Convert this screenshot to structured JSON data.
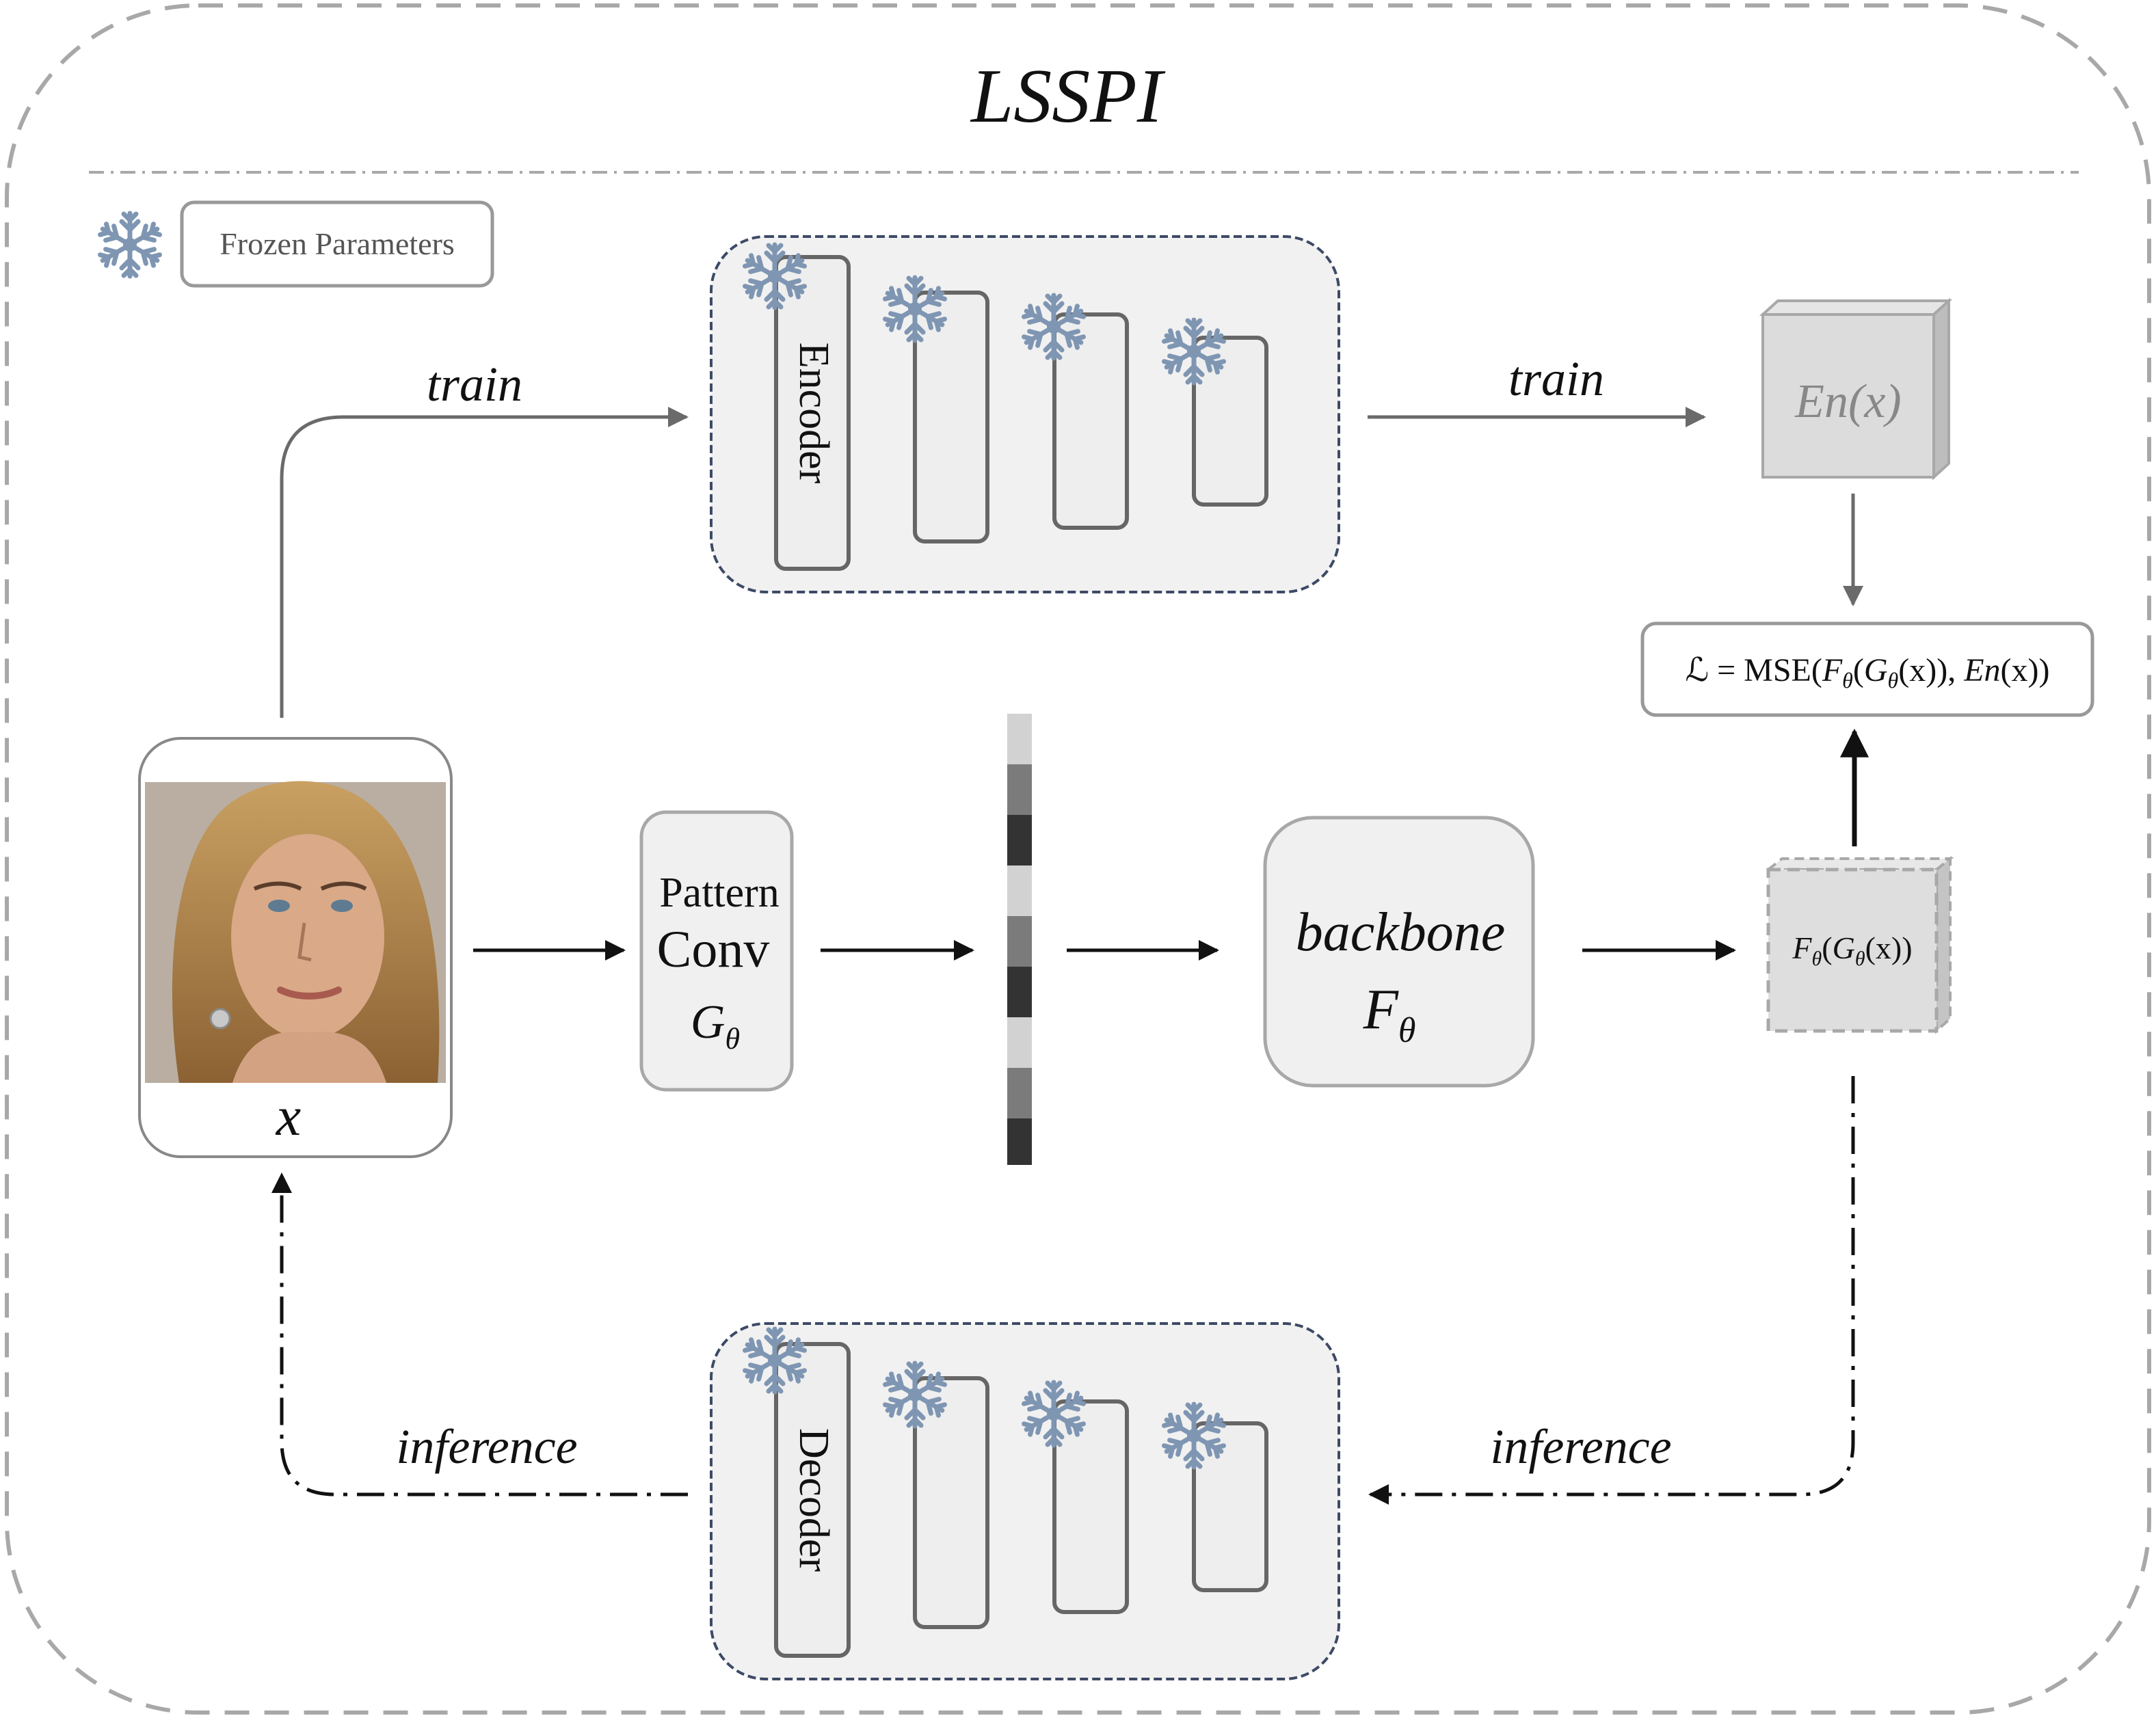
{
  "title": "LSSPI",
  "legend": {
    "label": "Frozen Parameters",
    "icon": "snowflake-icon"
  },
  "encoder": {
    "label": "Encoder"
  },
  "decoder": {
    "label": "Decoder"
  },
  "edges": {
    "train_top_left": "train",
    "train_top_right": "train",
    "inference_bottom_left": "inference",
    "inference_bottom_right": "inference"
  },
  "input": {
    "symbol": "x"
  },
  "pattern_conv": {
    "line1": "Pattern",
    "line2": "Conv",
    "symbol": "G",
    "subscript": "θ"
  },
  "backbone": {
    "label": "backbone",
    "symbol": "F",
    "subscript": "θ"
  },
  "en_output": {
    "label": "En(x)"
  },
  "feature_output": {
    "F": "F",
    "sub1": "θ",
    "G": "G",
    "sub2": "θ",
    "tail": "(x))"
  },
  "loss": {
    "L": "ℒ",
    "eq": " = MSE(",
    "F": "F",
    "sub1": "θ",
    "G": "G",
    "sub2": "θ",
    "mid": "(x)), ",
    "En": "En",
    "end": "(x))"
  },
  "colors": {
    "snowflake": "#7f96b3",
    "frame": "#a8a8a8",
    "module_border": "#3d4a66",
    "arrow_dark": "#111111",
    "arrow_grey": "#6a6a6a"
  }
}
